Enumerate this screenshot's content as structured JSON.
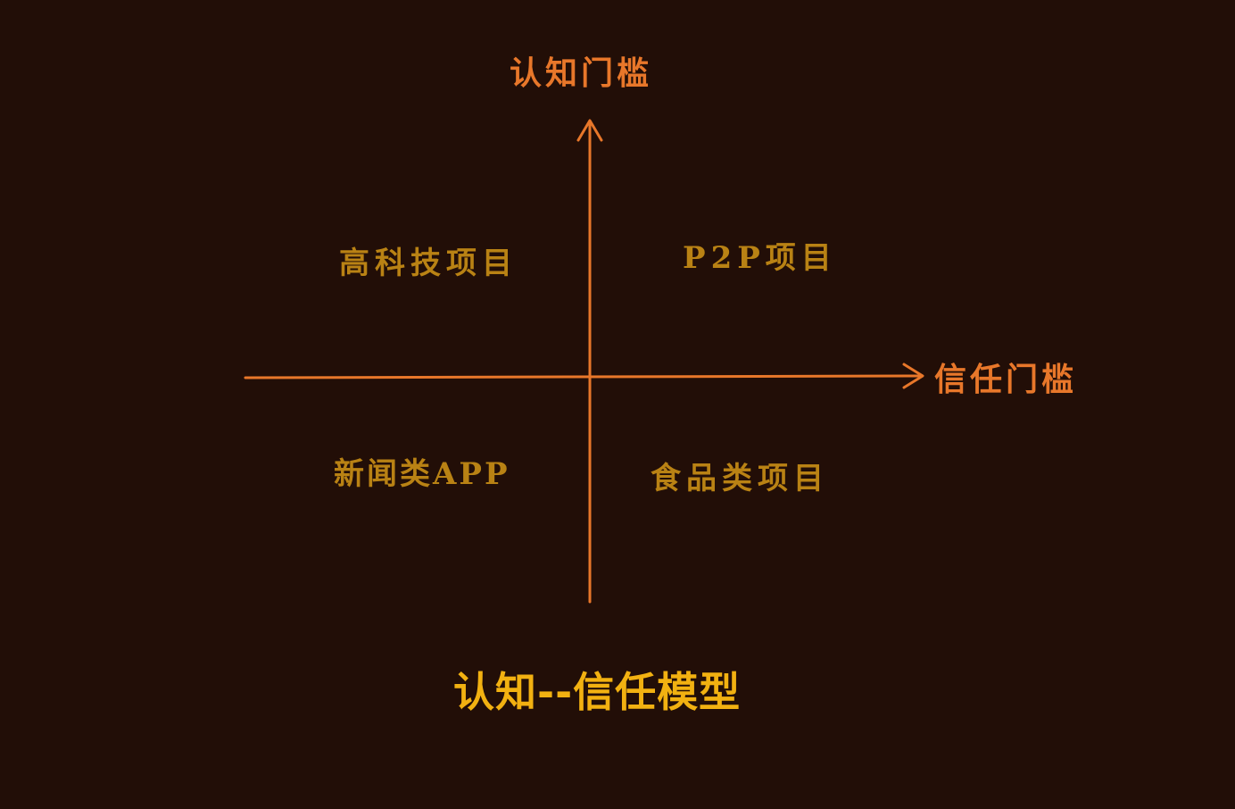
{
  "diagram": {
    "type": "quadrant",
    "title": "认知--信任模型",
    "axes": {
      "y_label": "认知门槛",
      "x_label": "信任门槛"
    },
    "quadrants": {
      "top_left": "高科技项目",
      "top_right": "P2P项目",
      "bottom_left": "新闻类APP",
      "bottom_right": "食品类项目"
    },
    "colors": {
      "background": "#220e07",
      "axis": "#e8772a",
      "axis_label": "#e8772a",
      "quadrant_label": "#b98214",
      "title": "#f2b111"
    }
  }
}
